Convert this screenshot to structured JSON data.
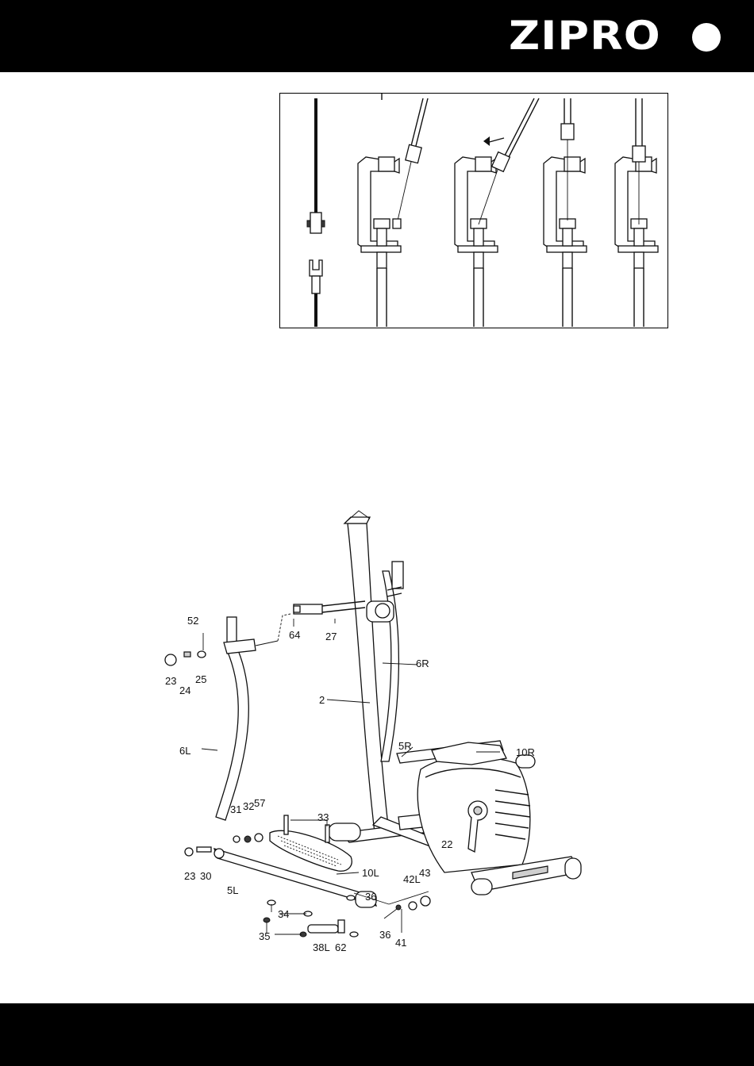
{
  "header": {
    "brand": "ZIPRO",
    "background_color": "#000000",
    "text_color": "#ffffff"
  },
  "footer": {
    "background_color": "#000000"
  },
  "cable_figure": {
    "steps": 5
  },
  "assembly_figure": {
    "labels": [
      "52",
      "23",
      "24",
      "25",
      "64",
      "27",
      "6R",
      "2",
      "6L",
      "5R",
      "10R",
      "31",
      "32",
      "57",
      "33",
      "22",
      "23",
      "30",
      "5L",
      "10L",
      "42L",
      "43",
      "36",
      "34",
      "35",
      "38L",
      "62",
      "36",
      "41"
    ]
  }
}
